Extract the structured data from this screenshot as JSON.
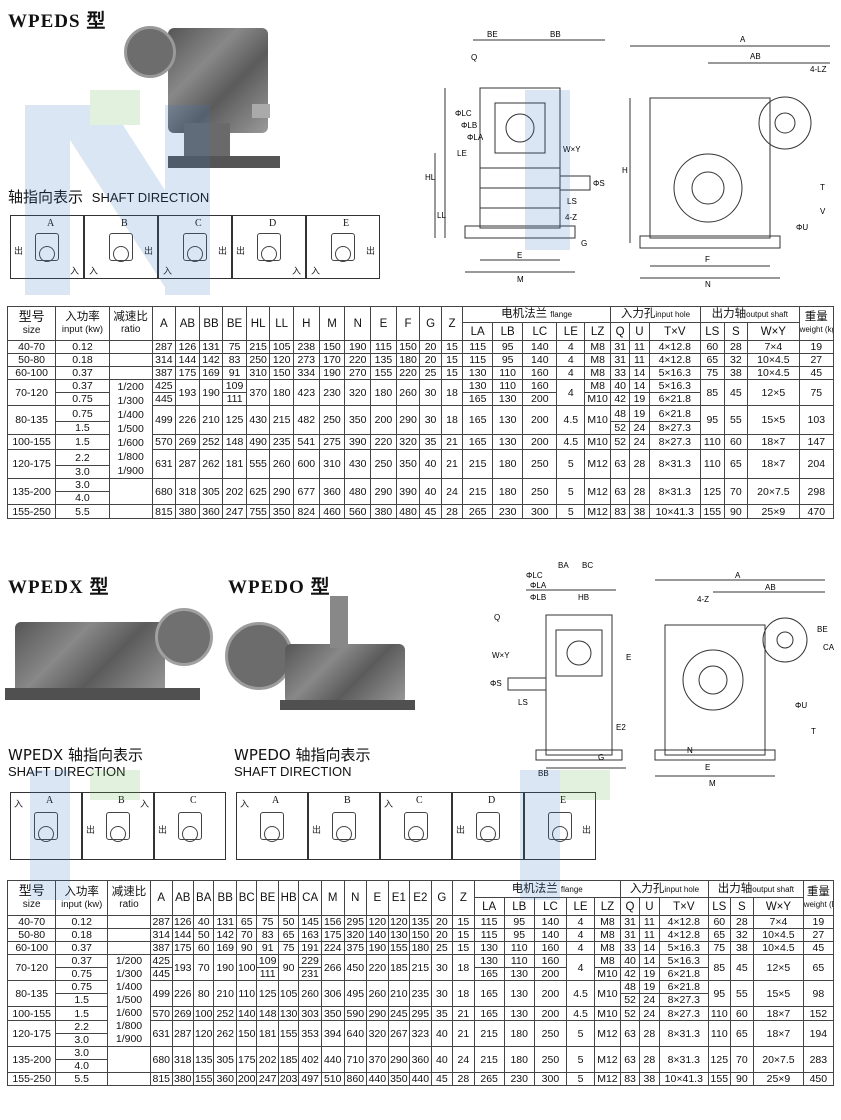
{
  "section1": {
    "title": "WPEDS 型",
    "shaft_cn": "轴指向表示",
    "shaft_en": "SHAFT DIRECTION",
    "boxes": [
      "A",
      "B",
      "C",
      "D",
      "E"
    ],
    "labels_in": "入",
    "labels_out": "出",
    "dims_front": [
      "BE",
      "BB",
      "Q",
      "ΦLC",
      "ΦLB",
      "ΦLA",
      "LE",
      "HL",
      "LL",
      "W×Y",
      "ΦS",
      "LS",
      "4-Z",
      "G",
      "E",
      "M"
    ],
    "dims_side": [
      "A",
      "AB",
      "4-LZ",
      "H",
      "T",
      "V",
      "ΦU",
      "F",
      "N"
    ]
  },
  "table1": {
    "head_main": [
      "型号",
      "入功率",
      "减速比",
      "A",
      "AB",
      "BB",
      "BE",
      "HL",
      "LL",
      "H",
      "M",
      "N",
      "E",
      "F",
      "G",
      "Z",
      "电机法兰",
      "入力孔",
      "出力轴",
      "重量"
    ],
    "head_sub_en": [
      "size",
      "input (kw)",
      "ratio"
    ],
    "flange_en": "flange",
    "input_en": "input hole",
    "output_en": "output shaft",
    "weight_en": "weight (kg)",
    "sub": [
      "LA",
      "LB",
      "LC",
      "LE",
      "LZ",
      "Q",
      "U",
      "T×V",
      "LS",
      "S",
      "W×Y"
    ],
    "ratios": [
      "1/200",
      "1/300",
      "1/400",
      "1/500",
      "1/600",
      "1/800",
      "1/900"
    ],
    "rows": [
      [
        "40-70",
        "0.12",
        "287",
        "126",
        "131",
        "75",
        "215",
        "105",
        "238",
        "150",
        "190",
        "115",
        "150",
        "20",
        "15",
        "115",
        "95",
        "140",
        "4",
        "M8",
        "31",
        "11",
        "4×12.8",
        "60",
        "28",
        "7×4",
        "19"
      ],
      [
        "50-80",
        "0.18",
        "314",
        "144",
        "142",
        "83",
        "250",
        "120",
        "273",
        "170",
        "220",
        "135",
        "180",
        "20",
        "15",
        "115",
        "95",
        "140",
        "4",
        "M8",
        "31",
        "11",
        "4×12.8",
        "65",
        "32",
        "10×4.5",
        "27"
      ],
      [
        "60-100",
        "0.37",
        "387",
        "175",
        "169",
        "91",
        "310",
        "150",
        "334",
        "190",
        "270",
        "155",
        "220",
        "25",
        "15",
        "130",
        "110",
        "160",
        "4",
        "M8",
        "33",
        "14",
        "5×16.3",
        "75",
        "38",
        "10×4.5",
        "45"
      ]
    ],
    "r70": {
      "size": "70-120",
      "p1": "0.37",
      "p2": "0.75",
      "A1": "425",
      "A2": "445",
      "AB": "193",
      "BB": "190",
      "BE1": "109",
      "BE2": "111",
      "HL": "370",
      "LL": "180",
      "H": "423",
      "M": "230",
      "N": "320",
      "E": "180",
      "F": "260",
      "G": "30",
      "Z": "18",
      "LA1": "130",
      "LA2": "165",
      "LB1": "110",
      "LB2": "130",
      "LC1": "160",
      "LC2": "200",
      "LE": "4",
      "LZ1": "M8",
      "LZ2": "M10",
      "Q1": "40",
      "Q2": "42",
      "U1": "14",
      "U2": "19",
      "TV1": "5×16.3",
      "TV2": "6×21.8",
      "LS": "85",
      "S": "45",
      "WY": "12×5",
      "W": "75"
    },
    "r80": {
      "size": "80-135",
      "p1": "0.75",
      "p2": "1.5",
      "A": "499",
      "AB": "226",
      "BB": "210",
      "BE": "125",
      "HL": "430",
      "LL": "215",
      "H": "482",
      "M": "250",
      "N": "350",
      "E": "200",
      "F": "290",
      "G": "30",
      "Z": "18",
      "LA": "165",
      "LB": "130",
      "LC": "200",
      "LE": "4.5",
      "LZ": "M10",
      "Q1": "48",
      "Q2": "52",
      "U1": "19",
      "U2": "24",
      "TV1": "6×21.8",
      "TV2": "8×27.3",
      "LS": "95",
      "S": "55",
      "WY": "15×5",
      "W": "103"
    },
    "r100": [
      "100-155",
      "1.5",
      "570",
      "269",
      "252",
      "148",
      "490",
      "235",
      "541",
      "275",
      "390",
      "220",
      "320",
      "35",
      "21",
      "165",
      "130",
      "200",
      "4.5",
      "M10",
      "52",
      "24",
      "8×27.3",
      "110",
      "60",
      "18×7",
      "147"
    ],
    "r120": {
      "size": "120-175",
      "p1": "2.2",
      "p2": "3.0",
      "A": "631",
      "AB": "287",
      "BB": "262",
      "BE": "181",
      "HL": "555",
      "LL": "260",
      "H": "600",
      "M": "310",
      "N": "430",
      "E": "250",
      "F": "350",
      "G": "40",
      "Z": "21",
      "LA": "215",
      "LB": "180",
      "LC": "250",
      "LE": "5",
      "LZ": "M12",
      "Q": "63",
      "U": "28",
      "TV": "8×31.3",
      "LS": "110",
      "S": "65",
      "WY": "18×7",
      "W": "204"
    },
    "r135": {
      "size": "135-200",
      "p1": "3.0",
      "p2": "4.0",
      "A": "680",
      "AB": "318",
      "BB": "305",
      "BE": "202",
      "HL": "625",
      "LL": "290",
      "H": "677",
      "M": "360",
      "N": "480",
      "E": "290",
      "F": "390",
      "G": "40",
      "Z": "24",
      "LA": "215",
      "LB": "180",
      "LC": "250",
      "LE": "5",
      "LZ": "M12",
      "Q": "63",
      "U": "28",
      "TV": "8×31.3",
      "LS": "125",
      "S": "70",
      "WY": "20×7.5",
      "W": "298"
    },
    "r155": [
      "155-250",
      "5.5",
      "815",
      "380",
      "360",
      "247",
      "755",
      "350",
      "824",
      "460",
      "560",
      "380",
      "480",
      "45",
      "28",
      "265",
      "230",
      "300",
      "5",
      "M12",
      "83",
      "38",
      "10×41.3",
      "155",
      "90",
      "25×9",
      "470"
    ]
  },
  "section2": {
    "title_x": "WPEDX 型",
    "title_o": "WPEDO 型",
    "x_shaft_cn": "WPEDX 轴指向表示",
    "o_shaft_cn": "WPEDO 轴指向表示",
    "shaft_en": "SHAFT DIRECTION",
    "boxes_x": [
      "A",
      "B",
      "C"
    ],
    "boxes_o": [
      "A",
      "B",
      "C",
      "D",
      "E"
    ],
    "dims_front": [
      "BA",
      "BC",
      "ΦLC",
      "ΦLA",
      "ΦLB",
      "HB",
      "Q",
      "W×Y",
      "ΦS",
      "LS",
      "BB",
      "G",
      "E2",
      "E",
      "N",
      "M"
    ],
    "dims_side": [
      "A",
      "AB",
      "4-Z",
      "BE",
      "CA",
      "ΦU",
      "T"
    ]
  },
  "table2": {
    "head_main": [
      "型号",
      "入功率",
      "减速比",
      "A",
      "AB",
      "BA",
      "BB",
      "BC",
      "BE",
      "HB",
      "CA",
      "M",
      "N",
      "E",
      "E1",
      "E2",
      "G",
      "Z",
      "电机法兰",
      "入力孔",
      "出力轴",
      "重量"
    ],
    "sub": [
      "LA",
      "LB",
      "LC",
      "LE",
      "LZ",
      "Q",
      "U",
      "T×V",
      "LS",
      "S",
      "W×Y"
    ],
    "rows": [
      [
        "40-70",
        "0.12",
        "287",
        "126",
        "40",
        "131",
        "65",
        "75",
        "50",
        "145",
        "156",
        "295",
        "120",
        "120",
        "135",
        "20",
        "15",
        "115",
        "95",
        "140",
        "4",
        "M8",
        "31",
        "11",
        "4×12.8",
        "60",
        "28",
        "7×4",
        "19"
      ],
      [
        "50-80",
        "0.18",
        "314",
        "144",
        "50",
        "142",
        "70",
        "83",
        "65",
        "163",
        "175",
        "320",
        "140",
        "130",
        "150",
        "20",
        "15",
        "115",
        "95",
        "140",
        "4",
        "M8",
        "31",
        "11",
        "4×12.8",
        "65",
        "32",
        "10×4.5",
        "27"
      ],
      [
        "60-100",
        "0.37",
        "387",
        "175",
        "60",
        "169",
        "90",
        "91",
        "75",
        "191",
        "224",
        "375",
        "190",
        "155",
        "180",
        "25",
        "15",
        "130",
        "110",
        "160",
        "4",
        "M8",
        "33",
        "14",
        "5×16.3",
        "75",
        "38",
        "10×4.5",
        "45"
      ]
    ],
    "r70": {
      "size": "70-120",
      "p1": "0.37",
      "p2": "0.75",
      "A1": "425",
      "A2": "445",
      "AB": "193",
      "BA": "70",
      "BB": "190",
      "BC": "100",
      "BE1": "109",
      "BE2": "111",
      "HB": "90",
      "CA1": "229",
      "CA2": "231",
      "M": "266",
      "N": "450",
      "E": "220",
      "E1": "185",
      "E2": "215",
      "G": "30",
      "Z": "18",
      "LA1": "130",
      "LA2": "165",
      "LB1": "110",
      "LB2": "130",
      "LC1": "160",
      "LC2": "200",
      "LE": "4",
      "LZ1": "M8",
      "LZ2": "M10",
      "Q1": "40",
      "Q2": "42",
      "U1": "14",
      "U2": "19",
      "TV1": "5×16.3",
      "TV2": "6×21.8",
      "LS": "85",
      "S": "45",
      "WY": "12×5",
      "W": "65"
    },
    "r80": {
      "size": "80-135",
      "p1": "0.75",
      "p2": "1.5",
      "A": "499",
      "AB": "226",
      "BA": "80",
      "BB": "210",
      "BC": "110",
      "BE": "125",
      "HB": "105",
      "CA": "260",
      "M": "306",
      "N": "495",
      "E": "260",
      "E1": "210",
      "E2": "235",
      "G": "30",
      "Z": "18",
      "LA": "165",
      "LB": "130",
      "LC": "200",
      "LE": "4.5",
      "LZ": "M10",
      "Q1": "48",
      "Q2": "52",
      "U1": "19",
      "U2": "24",
      "TV1": "6×21.8",
      "TV2": "8×27.3",
      "LS": "95",
      "S": "55",
      "WY": "15×5",
      "W": "98"
    },
    "r100": [
      "100-155",
      "1.5",
      "570",
      "269",
      "100",
      "252",
      "140",
      "148",
      "130",
      "303",
      "350",
      "590",
      "290",
      "245",
      "295",
      "35",
      "21",
      "165",
      "130",
      "200",
      "4.5",
      "M10",
      "52",
      "24",
      "8×27.3",
      "110",
      "60",
      "18×7",
      "152"
    ],
    "r120": {
      "size": "120-175",
      "p1": "2.2",
      "p2": "3.0",
      "A": "631",
      "AB": "287",
      "BA": "120",
      "BB": "262",
      "BC": "150",
      "BE": "181",
      "HB": "155",
      "CA": "353",
      "M": "394",
      "N": "640",
      "E": "320",
      "E1": "267",
      "E2": "323",
      "G": "40",
      "Z": "21",
      "LA": "215",
      "LB": "180",
      "LC": "250",
      "LE": "5",
      "LZ": "M12",
      "Q": "63",
      "U": "28",
      "TV": "8×31.3",
      "LS": "110",
      "S": "65",
      "WY": "18×7",
      "W": "194"
    },
    "r135": {
      "size": "135-200",
      "p1": "3.0",
      "p2": "4.0",
      "A": "680",
      "AB": "318",
      "BA": "135",
      "BB": "305",
      "BC": "175",
      "BE": "202",
      "HB": "185",
      "CA": "402",
      "M": "440",
      "N": "710",
      "E": "370",
      "E1": "290",
      "E2": "360",
      "G": "40",
      "Z": "24",
      "LA": "215",
      "LB": "180",
      "LC": "250",
      "LE": "5",
      "LZ": "M12",
      "Q": "63",
      "U": "28",
      "TV": "8×31.3",
      "LS": "125",
      "S": "70",
      "WY": "20×7.5",
      "W": "283"
    },
    "r155": [
      "155-250",
      "5.5",
      "815",
      "380",
      "155",
      "360",
      "200",
      "247",
      "203",
      "497",
      "510",
      "860",
      "440",
      "350",
      "440",
      "45",
      "28",
      "265",
      "230",
      "300",
      "5",
      "M12",
      "83",
      "38",
      "10×41.3",
      "155",
      "90",
      "25×9",
      "450"
    ]
  }
}
